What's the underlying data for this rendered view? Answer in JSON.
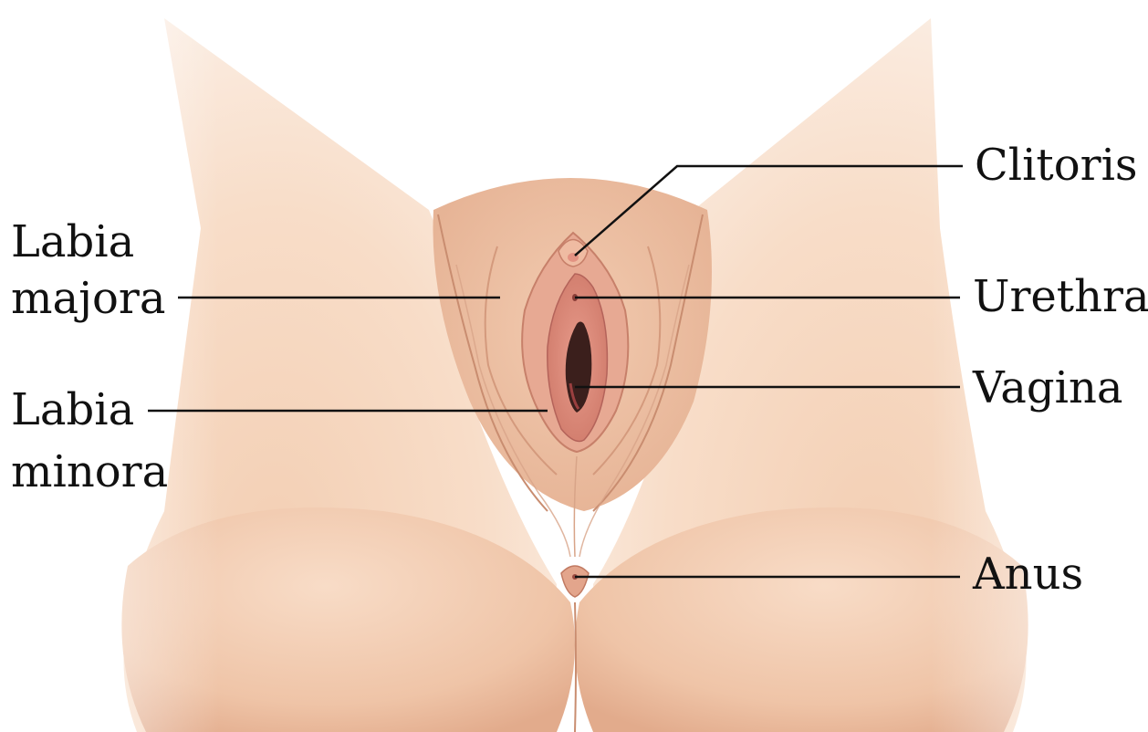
{
  "labels": {
    "clitoris": "Clitoris",
    "labia_majora": [
      "Labia",
      "majora"
    ],
    "urethra": "Urethra",
    "labia_minora": [
      "Labia",
      "minora"
    ],
    "vagina": "Vagina",
    "anus": "Anus"
  },
  "colors": {
    "background": "#ffffff",
    "skin_light": "#f9e3d2",
    "skin_mid": "#efc3a5",
    "skin_shadow": "#d79c7c",
    "fold_line": "#c98d70",
    "mucosa": "#d77a6f",
    "mucosa_dark": "#9a3f3f",
    "opening": "#3b1f1c",
    "leader_line": "#111111",
    "text": "#111111"
  }
}
